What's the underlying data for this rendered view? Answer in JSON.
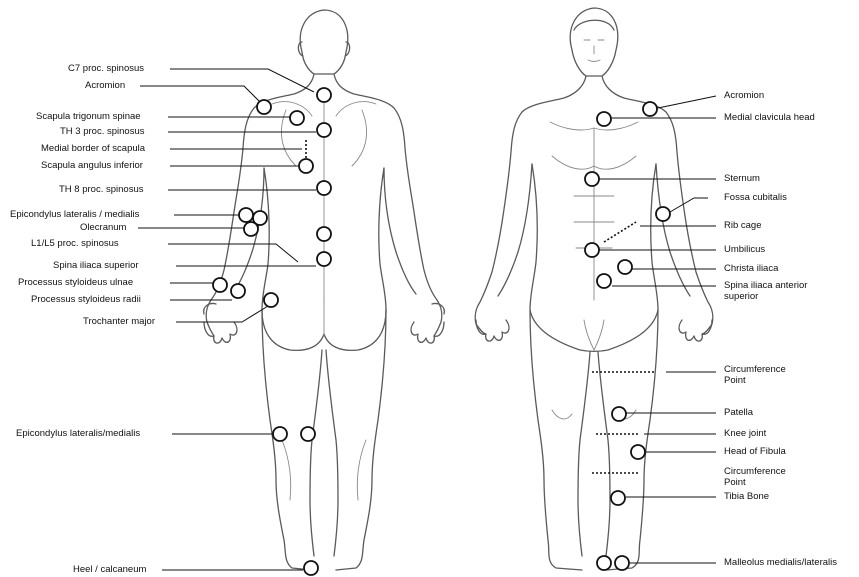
{
  "posterior_labels": {
    "c7": "C7 proc. spinosus",
    "acromion": "Acromion",
    "scapula_trigonum": "Scapula trigonum spinae",
    "th3": "TH 3 proc. spinosus",
    "medial_border": "Medial border of scapula",
    "scapula_angulus": "Scapula angulus inferior",
    "th8": "TH 8 proc. spinosus",
    "epicondylus_elbow": "Epicondylus lateralis / medialis",
    "olecranum": "Olecranum",
    "l1l5": "L1/L5 proc. spinosus",
    "spina_sup": "Spina iliaca superior",
    "styloid_ulnae": "Processus styloideus ulnae",
    "styloid_radii": "Processus styloideus radii",
    "trochanter": "Trochanter major",
    "epicondylus_knee": "Epicondylus lateralis/medialis",
    "heel": "Heel / calcaneum"
  },
  "anterior_labels": {
    "acromion": "Acromion",
    "medial_clavicula": "Medial clavicula head",
    "sternum": "Sternum",
    "fossa_cubitalis": "Fossa cubitalis",
    "rib_cage": "Rib cage",
    "umbilicus": "Umbilicus",
    "christa_iliaca": "Christa iliaca",
    "spina_ant_sup": "Spina iliaca anterior superior",
    "circumference_thigh": "Circumference Point",
    "patella": "Patella",
    "knee_joint": "Knee joint",
    "head_fibula": "Head of Fibula",
    "circumference_shank": "Circumference Point",
    "tibia": "Tibia Bone",
    "malleolus": "Malleolus medialis/lateralis"
  },
  "colors": {
    "outline": "#5a5a5a",
    "marker_stroke": "#111111",
    "text": "#111111",
    "background": "#ffffff"
  }
}
